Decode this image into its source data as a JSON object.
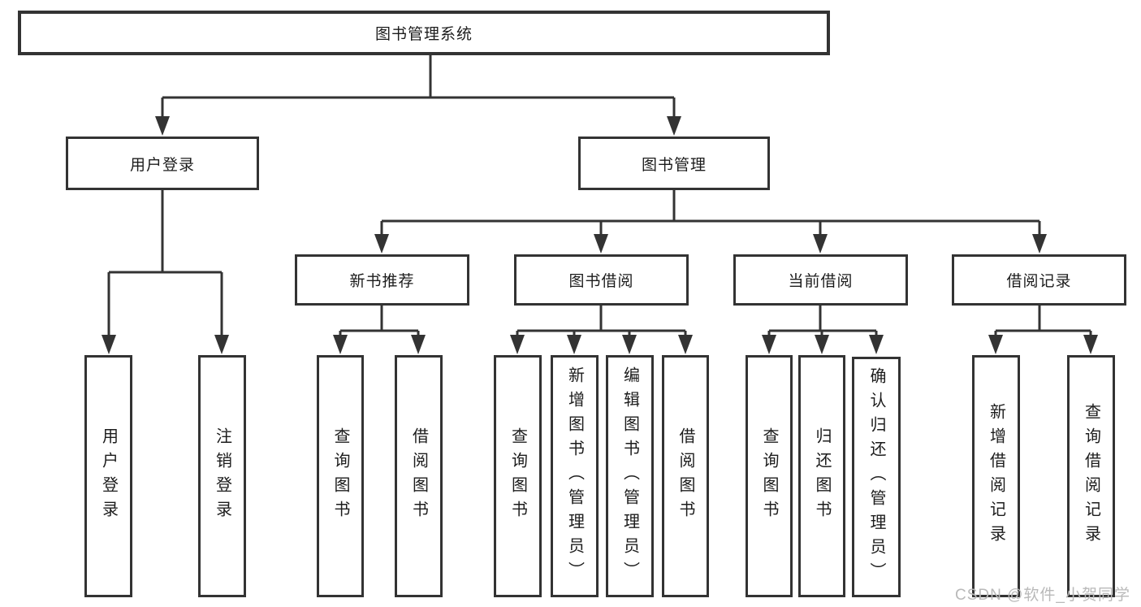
{
  "diagram": {
    "root": {
      "label": "图书管理系统"
    },
    "children": [
      {
        "label": "用户登录",
        "children": [
          {
            "label": "用户登录"
          },
          {
            "label": "注销登录"
          }
        ]
      },
      {
        "label": "图书管理",
        "children": [
          {
            "label": "新书推荐",
            "children": [
              {
                "label": "查询图书"
              },
              {
                "label": "借阅图书"
              }
            ]
          },
          {
            "label": "图书借阅",
            "children": [
              {
                "label": "查询图书"
              },
              {
                "label": "新增图书（管理员）"
              },
              {
                "label": "编辑图书（管理员）"
              },
              {
                "label": "借阅图书"
              }
            ]
          },
          {
            "label": "当前借阅",
            "children": [
              {
                "label": "查询图书"
              },
              {
                "label": "归还图书"
              },
              {
                "label": "确认归还（管理员）"
              }
            ]
          },
          {
            "label": "借阅记录",
            "children": [
              {
                "label": "新增借阅记录"
              },
              {
                "label": "查询借阅记录"
              }
            ]
          }
        ]
      }
    ]
  },
  "watermark": {
    "text": "CSDN @软件_小贺同学"
  },
  "colors": {
    "line": "#333333",
    "box_border": "#333333",
    "text": "#1c1c1c",
    "background": "#ffffff",
    "watermark": "#b9b9b9"
  }
}
